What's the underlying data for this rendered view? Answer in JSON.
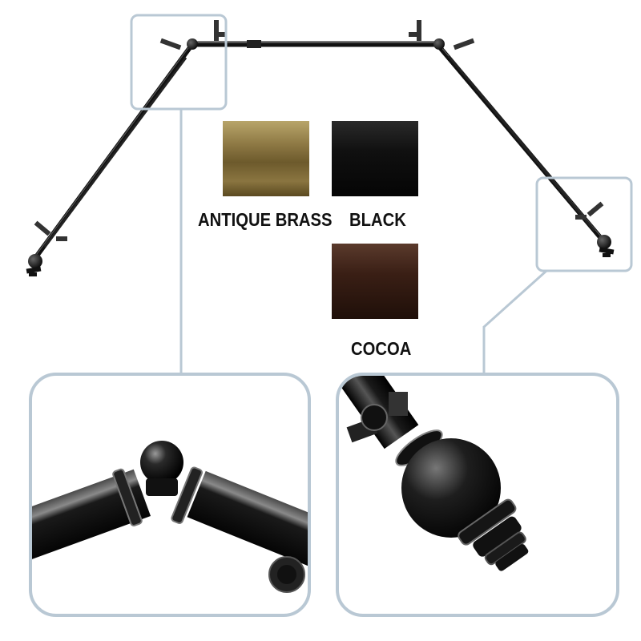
{
  "product": {
    "finishes": [
      {
        "label": "ANTIQUE BRASS",
        "color": "#8f7a45"
      },
      {
        "label": "BLACK",
        "color": "#111111"
      },
      {
        "label": "COCOA",
        "color": "#3a1f15"
      }
    ]
  },
  "colors": {
    "callout_border": "#b9c8d4",
    "rod": "#1a1a1a",
    "background": "#ffffff"
  },
  "icons": [
    "bay-window-curtain-rod",
    "corner-connector-detail",
    "finial-detail"
  ]
}
